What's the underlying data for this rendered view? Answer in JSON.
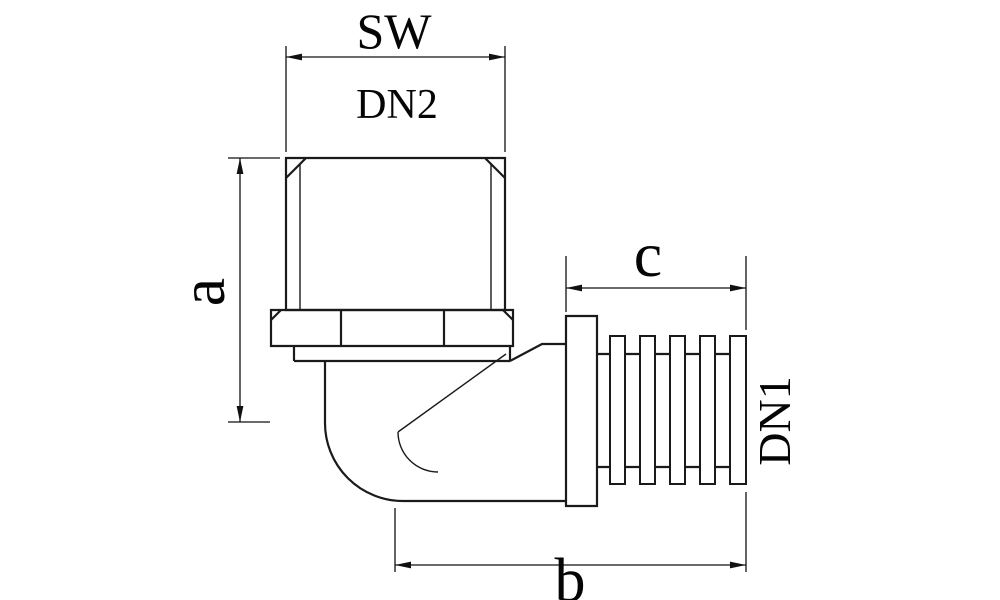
{
  "drawing": {
    "type": "technical-drawing",
    "subject": "elbow pipe fitting, male threaded top outlet and barbed side outlet",
    "labels": {
      "sw": "SW",
      "dn2": "DN2",
      "a": "a",
      "c": "c",
      "dn1": "DN1",
      "b": "b"
    },
    "colors": {
      "line": "#1a1a1a",
      "dimension": "#111111",
      "background": "#ffffff"
    }
  }
}
